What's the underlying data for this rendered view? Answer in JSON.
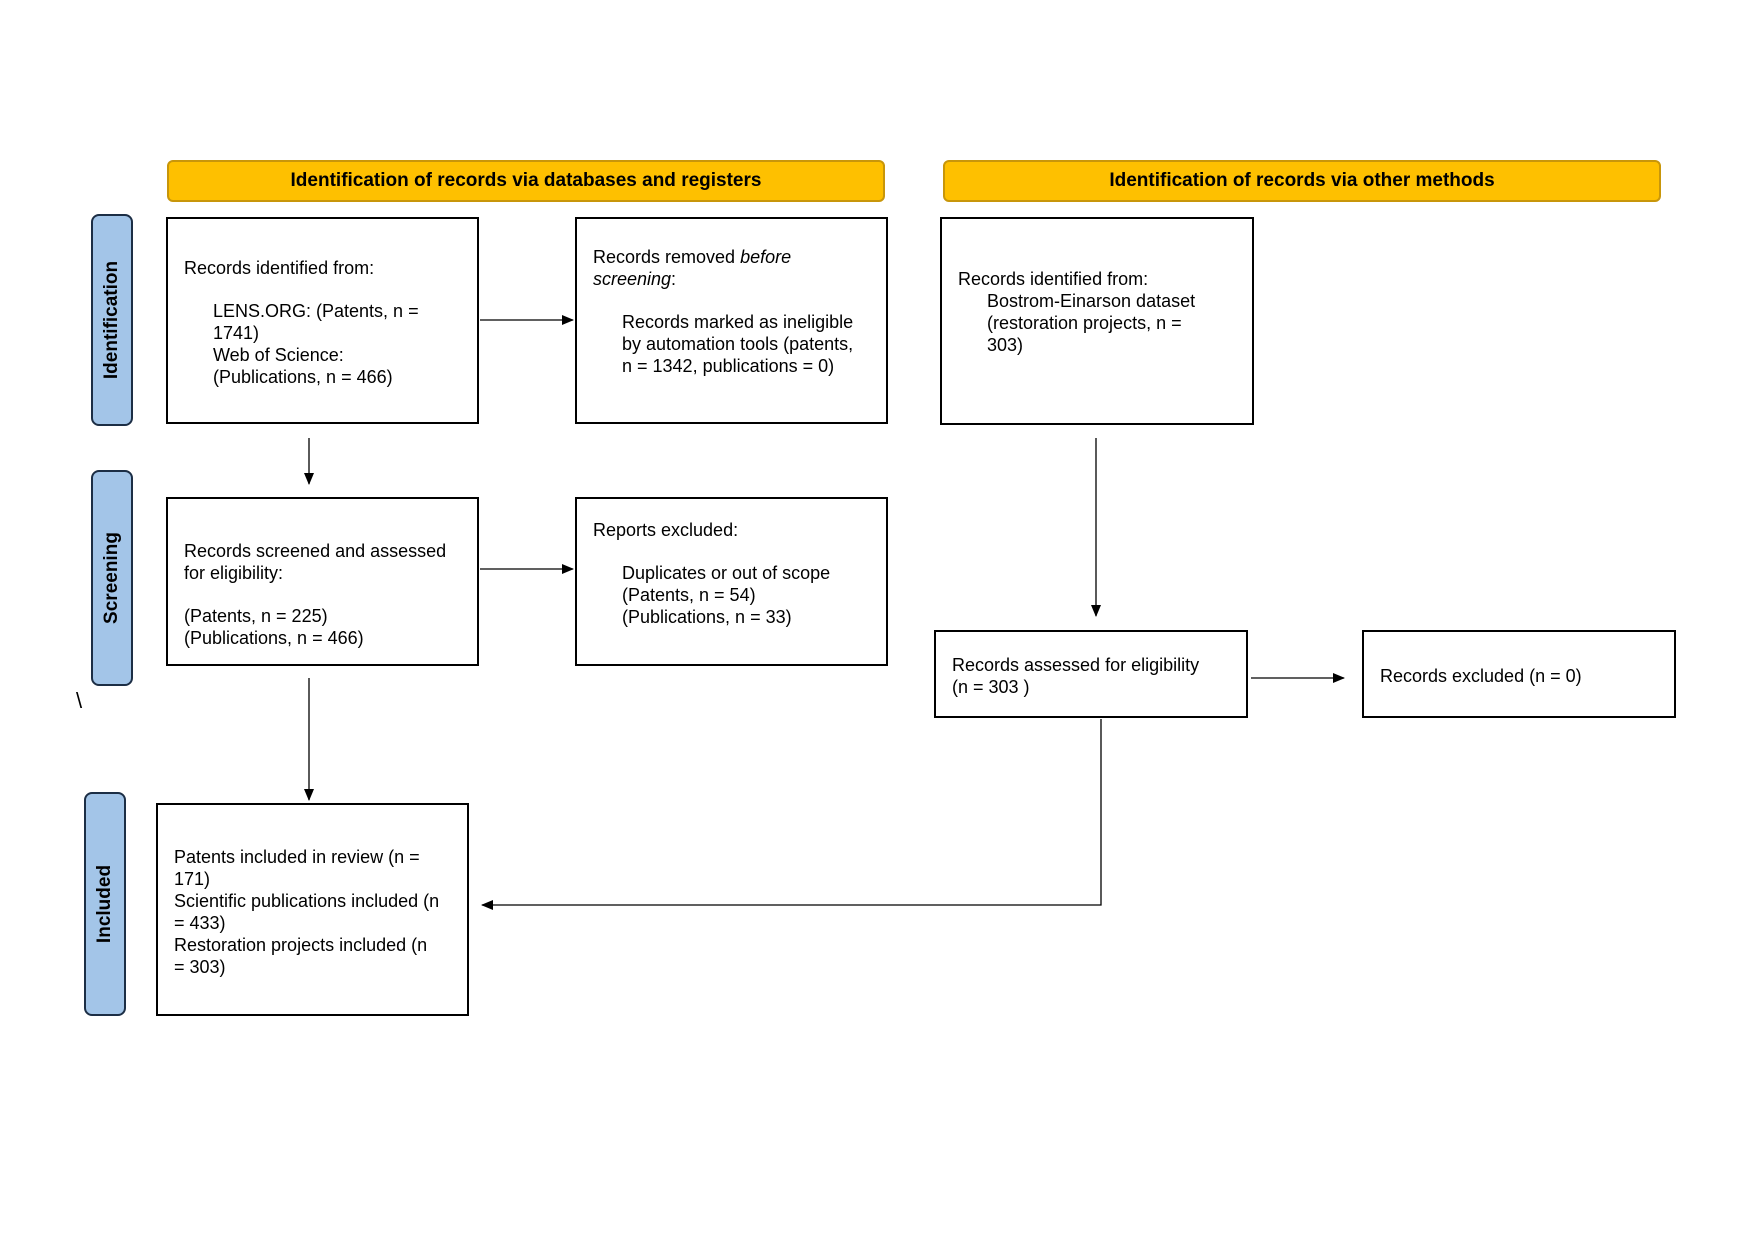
{
  "headers": {
    "databases": "Identification of records via databases and registers",
    "other": "Identification of records via other methods"
  },
  "phases": {
    "identification": "Identification",
    "screening": "Screening",
    "included": "Included"
  },
  "boxes": {
    "identified": {
      "heading": "Records identified from:",
      "lines": [
        "LENS.ORG: (Patents, n =",
        "1741)",
        "Web of Science:",
        "(Publications, n = 466)"
      ]
    },
    "removed": {
      "heading_plain": "Records removed ",
      "heading_italic_1": "before",
      "heading_italic_2": "screening",
      "heading_colon": ":",
      "lines": [
        "Records marked as ineligible",
        "by automation tools (patents,",
        "n = 1342, publications = 0)"
      ]
    },
    "other_identified": {
      "heading": "Records identified from:",
      "lines": [
        "Bostrom-Einarson dataset",
        "(restoration projects, n =",
        "303)"
      ]
    },
    "screened": {
      "lines": [
        "Records screened and assessed",
        "for eligibility:",
        "(Patents, n = 225)",
        "(Publications, n = 466)"
      ]
    },
    "excluded": {
      "heading": "Reports excluded:",
      "lines": [
        "Duplicates or out of scope",
        "(Patents, n = 54)",
        "(Publications, n = 33)"
      ]
    },
    "assessed_other": {
      "lines": [
        "Records assessed for eligibility",
        "(n = 303 )"
      ]
    },
    "excluded_other": {
      "text": "Records excluded (n = 0)"
    },
    "included": {
      "lines": [
        "Patents included in review (n =",
        "171)",
        "Scientific publications included (n",
        "= 433)",
        "Restoration projects included (n",
        "= 303)"
      ]
    }
  },
  "stray_char": "\\"
}
